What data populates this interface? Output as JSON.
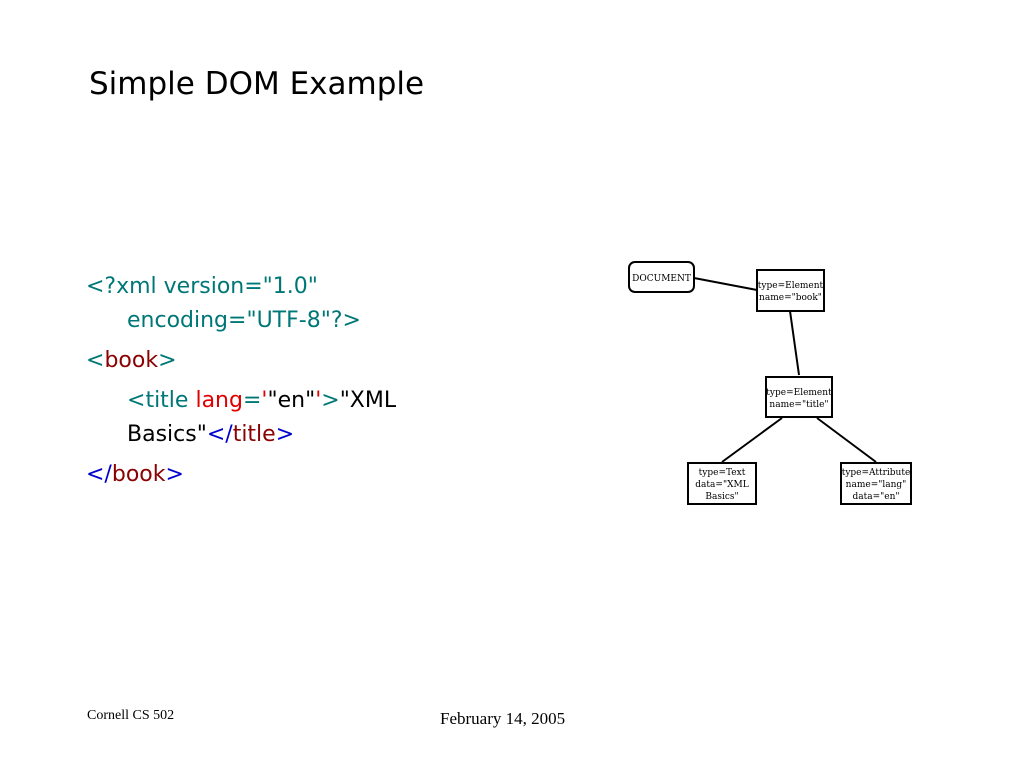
{
  "slide": {
    "title": "Simple DOM Example",
    "code": {
      "line1_a": "<?xml version=\"1.0\"",
      "line1_b": "encoding=\"UTF-8\"?>",
      "book_open_lt": "<",
      "book_open_tag": "book",
      "book_open_gt": ">",
      "title_open_lt": "<",
      "title_tag": "title",
      "title_attr": "lang",
      "title_eq": "=",
      "title_quote1": "'",
      "title_attr_value": "\"en\"",
      "title_quote2": "'",
      "title_gt": ">",
      "title_text_a": "\"XML",
      "title_text_b": "Basics\"",
      "title_close_lt": "</",
      "title_close_tag": "title",
      "title_close_gt": ">",
      "book_close_lt": "</",
      "book_close_tag": "book",
      "book_close_gt": ">"
    },
    "tree": {
      "document_label": "DOCUMENT",
      "book_node": [
        "type=Element",
        "name=\"book\""
      ],
      "title_node": [
        "type=Element",
        "name=\"title\""
      ],
      "text_node": [
        "type=Text",
        "data=\"XML",
        "Basics\""
      ],
      "attr_node": [
        "type=Attribute",
        "name=\"lang\"",
        "data=\"en\""
      ]
    },
    "footer": {
      "left": "Cornell CS 502",
      "center": "February 14, 2005"
    },
    "colors": {
      "tag_bracket": "#007777",
      "attribute": "#e00000",
      "close_tag_bracket": "#0000cc",
      "tag_name": "#8b0000"
    }
  }
}
